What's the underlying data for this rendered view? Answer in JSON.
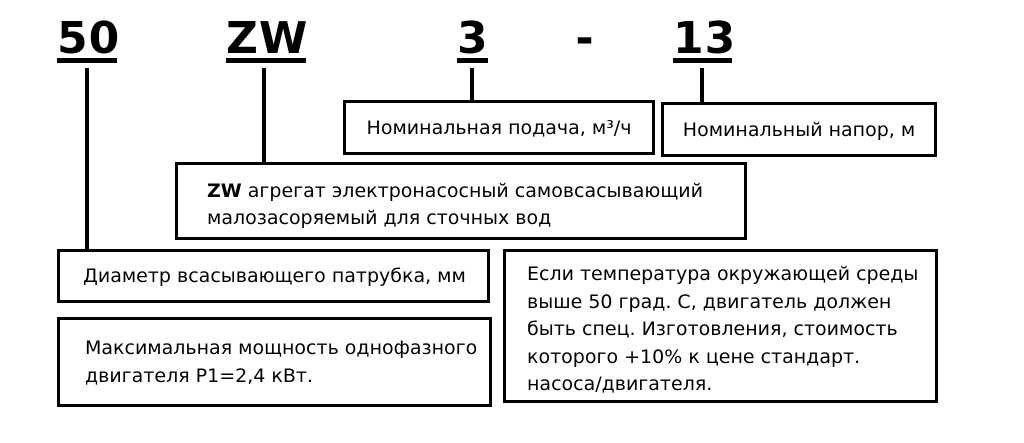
{
  "code": {
    "size": "50",
    "series": "ZW",
    "flow": "3",
    "separator": "-",
    "head": "13"
  },
  "labels": {
    "flow_box": "Номинальная подача, м³/ч",
    "head_box": "Номинальный напор, м",
    "series_bold": "ZW",
    "series_rest": " агрегат электронасосный самовсасывающий",
    "series_line2": "малозасоряемый для сточных вод",
    "diameter_box": "Диаметр всасывающего патрубка, мм",
    "power_box": "Максимальная мощность однофазного\nдвигателя P1=2,4 кВт.",
    "temperature_box": "Если температура окружающей среды\nвыше 50 град. С, двигатель должен\nбыть спец. Изготовления, стоимость\nкоторого +10% к цене стандарт.\nнасоса/двигателя."
  },
  "colors": {
    "line": "#000000",
    "background": "#ffffff",
    "text": "#000000"
  }
}
